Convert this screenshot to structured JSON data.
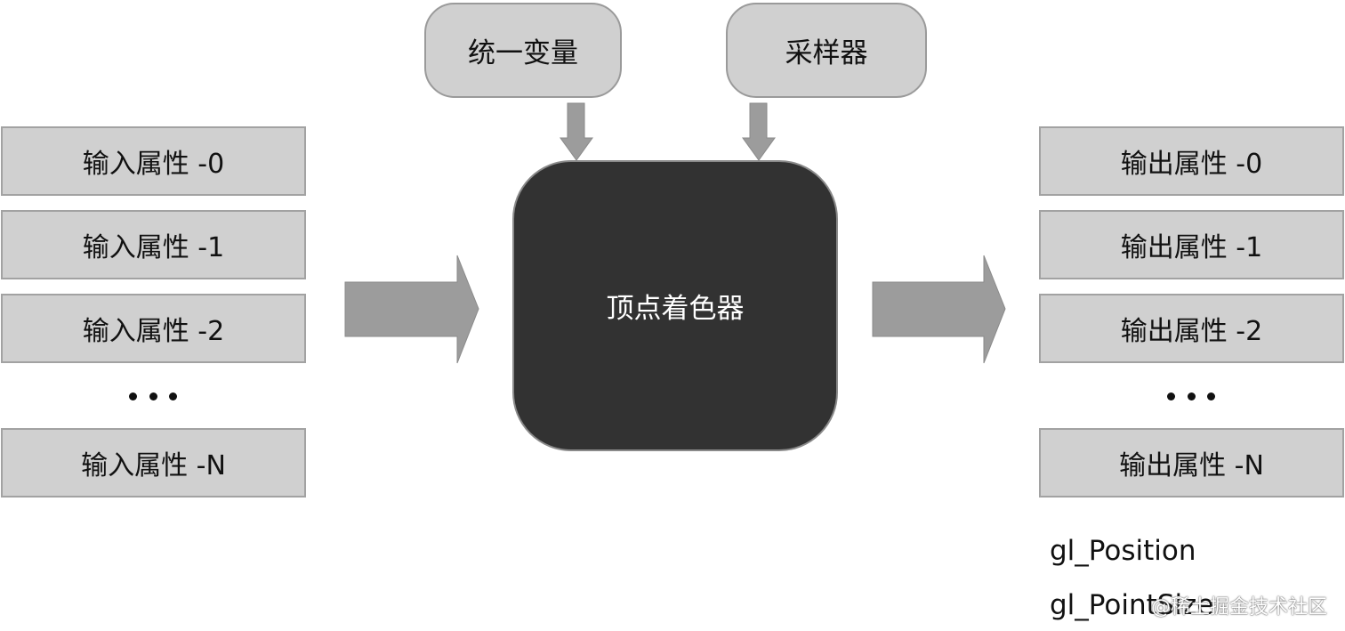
{
  "uniform_label": "统一变量",
  "sampler_label": "采样器",
  "shader_label": "顶点着色器",
  "inputs": [
    "输入属性 -0",
    "输入属性 -1",
    "输入属性 -2",
    "输入属性 -N"
  ],
  "outputs": [
    "输出属性 -0",
    "输出属性 -1",
    "输出属性 -2",
    "输出属性 -N"
  ],
  "builtins": [
    "gl_Position",
    "gl_PointSize"
  ],
  "watermark": "@稀土掘金技术社区",
  "colors": {
    "box_fill": "#d0d0d0",
    "shader_fill": "#323232",
    "arrow_fill": "#9c9c9c",
    "text": "#111111",
    "shader_text": "#ffffff"
  }
}
